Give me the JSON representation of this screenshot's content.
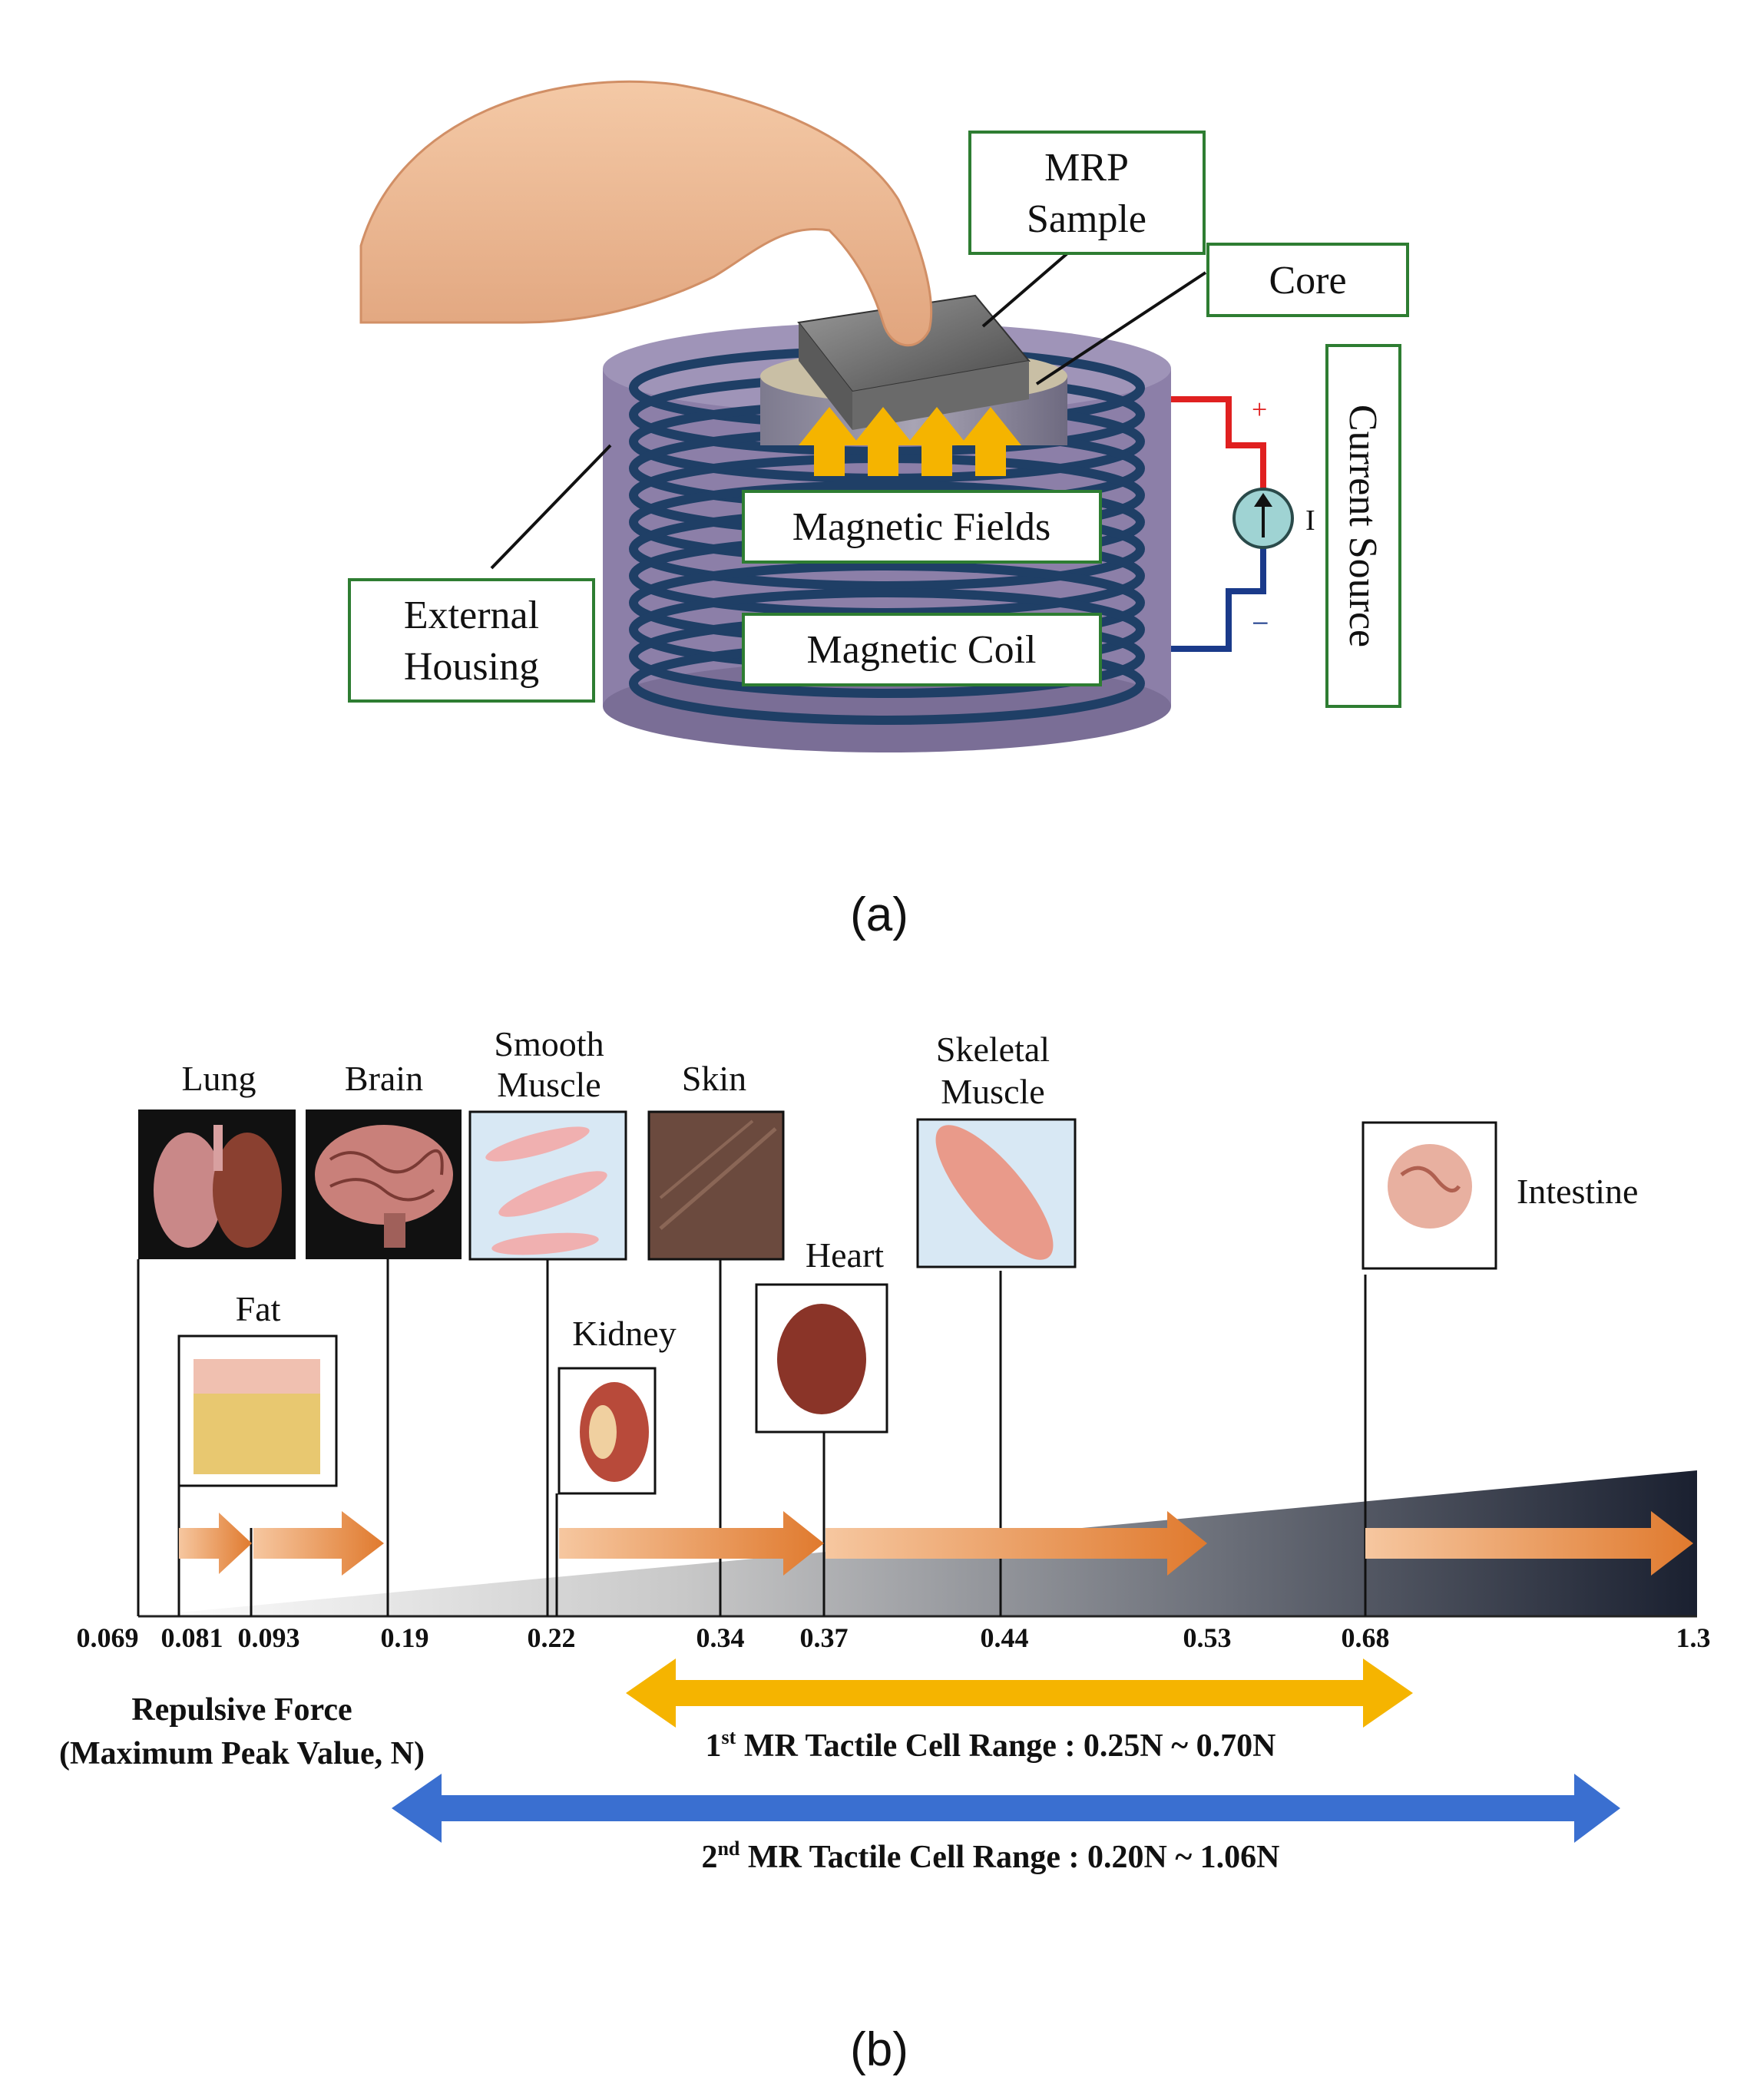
{
  "panel_a": {
    "caption": "(a)",
    "labels": {
      "mrp_sample_line1": "MRP",
      "mrp_sample_line2": "Sample",
      "core": "Core",
      "current_source": "Current Source",
      "magnetic_fields": "Magnetic Fields",
      "magnetic_coil": "Magnetic Coil",
      "external_housing_line1": "External",
      "external_housing_line2": "Housing",
      "plus": "+",
      "minus": "−",
      "current_symbol": "I"
    },
    "colors": {
      "label_border": "#2e7d32",
      "coil": "#1f3f66",
      "housing": "#8c7fa8",
      "field_arrow": "#f5b400",
      "wire_positive": "#e02020",
      "wire_negative": "#1a3a8a",
      "source": "#9fd3d3"
    }
  },
  "panel_b": {
    "caption": "(b)",
    "axis_title_line1": "Repulsive Force",
    "axis_title_line2": "(Maximum Peak Value, N)",
    "ticks": [
      "0.069",
      "0.081",
      "0.093",
      "0.19",
      "0.22",
      "0.34",
      "0.37",
      "0.44",
      "0.53",
      "0.68",
      "1.3"
    ],
    "tissues": [
      {
        "name": "Lung",
        "value": "0.069",
        "icon": "lung-icon"
      },
      {
        "name": "Fat",
        "value": "0.081",
        "icon": "fat-icon"
      },
      {
        "name": "Brain",
        "value": "0.19",
        "icon": "brain-icon"
      },
      {
        "name": "Smooth Muscle",
        "line1": "Smooth",
        "line2": "Muscle",
        "value": "0.22",
        "icon": "smooth-muscle-icon"
      },
      {
        "name": "Kidney",
        "value": "0.22",
        "icon": "kidney-icon"
      },
      {
        "name": "Skin",
        "value": "0.34",
        "icon": "skin-icon"
      },
      {
        "name": "Heart",
        "value": "0.37",
        "icon": "heart-icon"
      },
      {
        "name": "Skeletal Muscle",
        "line1": "Skeletal",
        "line2": "Muscle",
        "value": "0.44",
        "icon": "skeletal-muscle-icon"
      },
      {
        "name": "Intestine",
        "value": "0.68",
        "icon": "intestine-icon"
      }
    ],
    "range_1": {
      "sup": "st",
      "prefix": "1",
      "text": " MR  Tactile Cell Range : 0.25N ~ 0.70N",
      "color": "#f5b400"
    },
    "range_2": {
      "sup": "nd",
      "prefix": "2",
      "text": " MR Tactile Cell Range : 0.20N ~ 1.06N",
      "color": "#3a6fd0"
    },
    "colors": {
      "trend_arrow": "#e07a2e",
      "wedge_light": "#e6e6e6",
      "wedge_dark": "#1a2030"
    }
  }
}
